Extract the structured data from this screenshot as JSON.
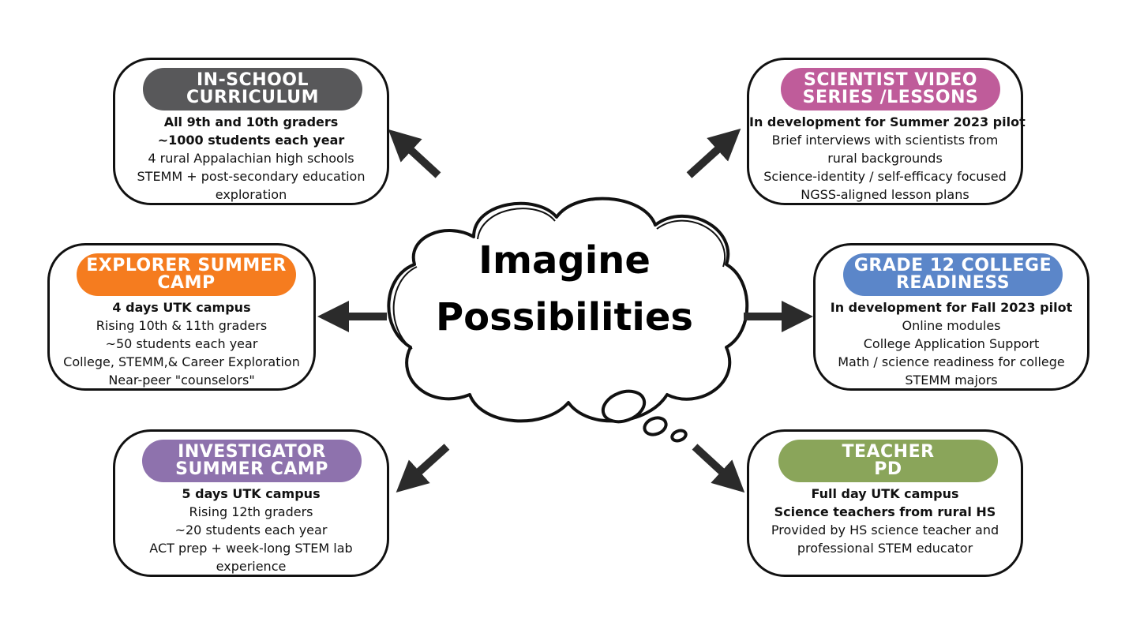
{
  "center": {
    "title_line1": "Imagine",
    "title_line2": "Possibilities"
  },
  "colors": {
    "in_school": "#58585a",
    "explorer": "#f57c1f",
    "investigator": "#8e72ad",
    "scientist": "#bf5c9a",
    "grade12": "#5b86c9",
    "teacher": "#8aa55a",
    "outline": "#111111",
    "arrow": "#2b2b2b"
  },
  "cards": {
    "in_school": {
      "header": [
        "IN-SCHOOL",
        "CURRICULUM"
      ],
      "bold_lines": [
        "All 9th and 10th graders",
        "~1000 students each year"
      ],
      "lines": [
        "4 rural Appalachian high schools",
        "STEMM + post-secondary education",
        "exploration"
      ]
    },
    "explorer": {
      "header": [
        "EXPLORER SUMMER",
        "CAMP"
      ],
      "bold_lines": [
        "4 days UTK campus"
      ],
      "lines": [
        "Rising 10th & 11th graders",
        "~50 students each year",
        "College, STEMM,& Career Exploration",
        "Near-peer \"counselors\""
      ]
    },
    "investigator": {
      "header": [
        "INVESTIGATOR",
        "SUMMER CAMP"
      ],
      "bold_lines": [
        "5 days UTK campus"
      ],
      "lines": [
        "Rising 12th graders",
        "~20 students each year",
        "ACT prep + week-long STEM lab",
        "experience"
      ]
    },
    "scientist": {
      "header": [
        "SCIENTIST VIDEO",
        "SERIES /LESSONS"
      ],
      "bold_lines": [
        "In development for Summer 2023 pilot"
      ],
      "lines": [
        "Brief interviews with scientists from",
        "rural backgrounds",
        "Science-identity / self-efficacy focused",
        "NGSS-aligned lesson plans"
      ]
    },
    "grade12": {
      "header": [
        "GRADE 12 COLLEGE",
        "READINESS"
      ],
      "bold_lines": [
        "In development for Fall 2023 pilot"
      ],
      "lines": [
        "Online modules",
        "College Application Support",
        "Math / science readiness for college",
        "STEMM majors"
      ]
    },
    "teacher": {
      "header": [
        "TEACHER",
        "PD"
      ],
      "bold_lines": [
        "Full day UTK campus",
        "Science teachers from rural HS"
      ],
      "lines": [
        "Provided by HS science teacher and",
        "professional STEM educator"
      ]
    }
  }
}
